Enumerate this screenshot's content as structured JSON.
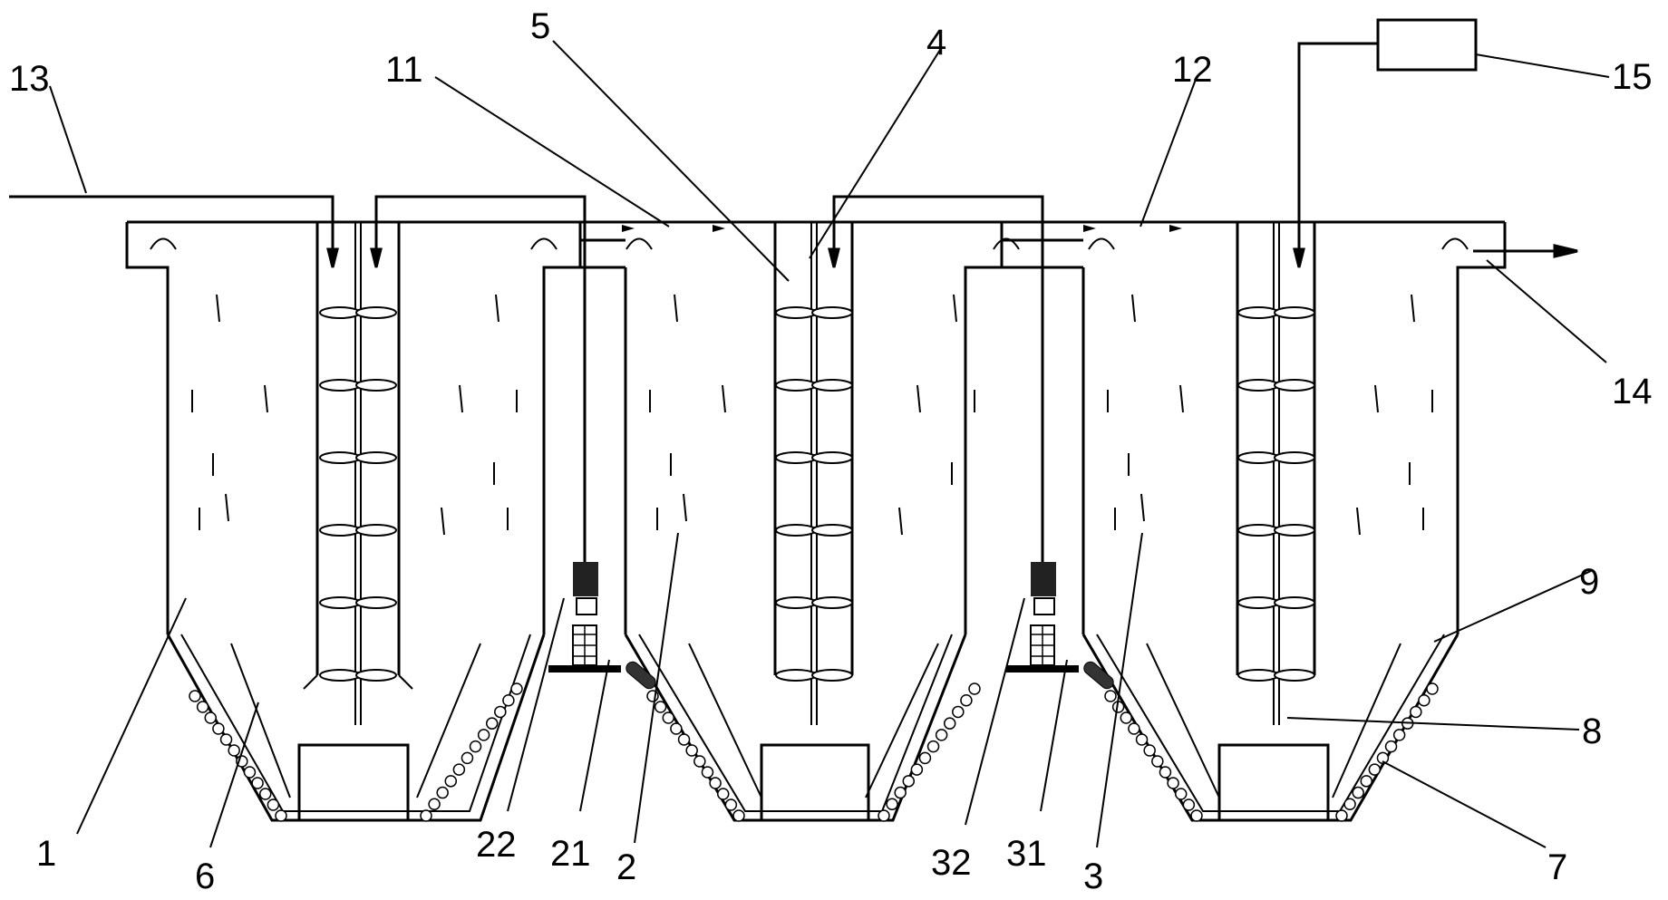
{
  "labels": {
    "l1": "1",
    "l2": "2",
    "l3": "3",
    "l4": "4",
    "l5": "5",
    "l6": "6",
    "l7": "7",
    "l8": "8",
    "l9": "9",
    "l11": "11",
    "l12": "12",
    "l13": "13",
    "l14": "14",
    "l15": "15",
    "l21": "21",
    "l22": "22",
    "l31": "31",
    "l32": "32"
  }
}
